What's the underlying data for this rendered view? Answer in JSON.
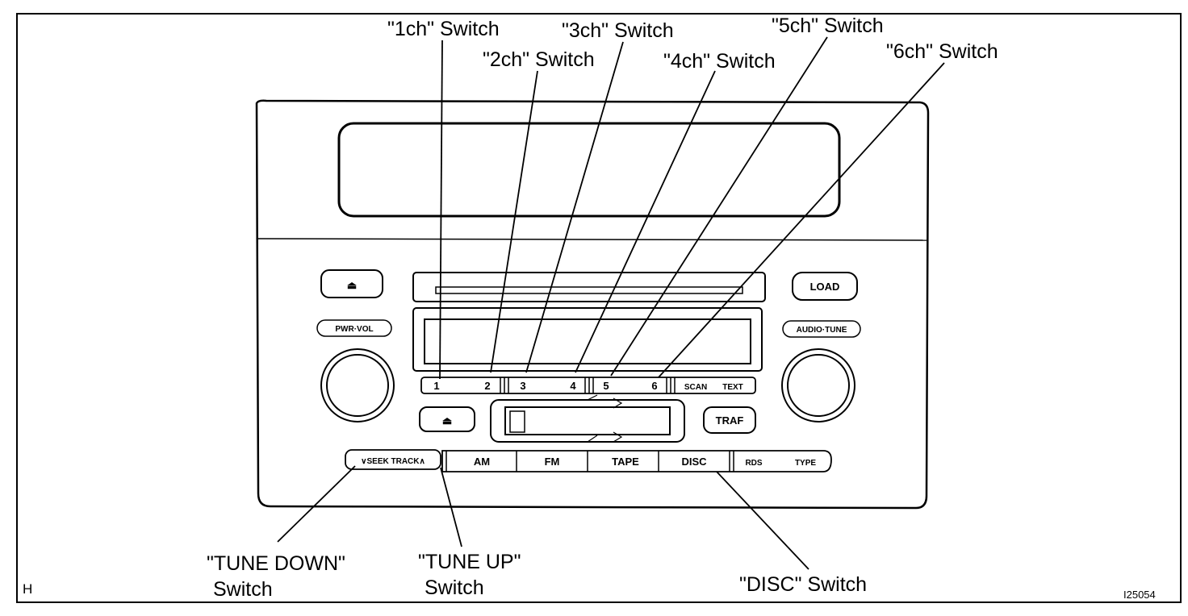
{
  "callouts": {
    "ch1": "\"1ch\" Switch",
    "ch2": "\"2ch\" Switch",
    "ch3": "\"3ch\" Switch",
    "ch4": "\"4ch\" Switch",
    "ch5": "\"5ch\" Switch",
    "ch6": "\"6ch\" Switch",
    "tune_down_1": "\"TUNE DOWN\"",
    "tune_down_2": "Switch",
    "tune_up_1": "\"TUNE UP\"",
    "tune_up_2": "Switch",
    "disc": "\"DISC\" Switch"
  },
  "buttons": {
    "load": "LOAD",
    "pwr_vol": "PWR·VOL",
    "audio_tune": "AUDIO·TUNE",
    "traf": "TRAF",
    "eject_symbol": "⏏",
    "presets": [
      "1",
      "2",
      "3",
      "4",
      "5",
      "6"
    ],
    "scan": "SCAN",
    "text": "TEXT",
    "seek_track": "∨SEEK TRACK∧",
    "am": "AM",
    "fm": "FM",
    "tape": "TAPE",
    "disc": "DISC",
    "rds": "RDS",
    "type": "TYPE"
  },
  "corner_label": "H",
  "figure_code": "I25054"
}
